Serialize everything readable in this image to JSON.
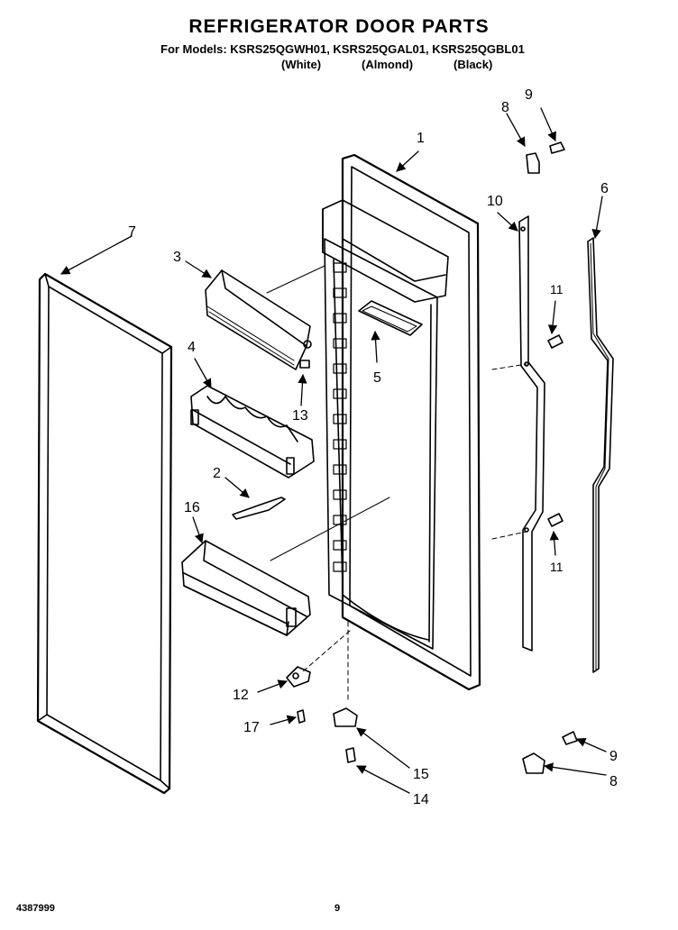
{
  "header": {
    "title": "REFRIGERATOR DOOR PARTS",
    "models_line": "For Models: KSRS25QGWH01, KSRS25QGAL01, KSRS25QGBL01",
    "color_white": "(White)",
    "color_almond": "(Almond)",
    "color_black": "(Black)"
  },
  "callouts": {
    "c1": "1",
    "c2": "2",
    "c3": "3",
    "c4": "4",
    "c5": "5",
    "c6": "6",
    "c7": "7",
    "c8_top": "8",
    "c8_bottom": "8",
    "c9_top": "9",
    "c9_bottom": "9",
    "c10": "10",
    "c11_top": "11",
    "c11_bottom": "11",
    "c12": "12",
    "c13": "13",
    "c14": "14",
    "c15": "15",
    "c16": "16",
    "c17": "17"
  },
  "footer": {
    "doc_number": "4387999",
    "page_number": "9"
  }
}
